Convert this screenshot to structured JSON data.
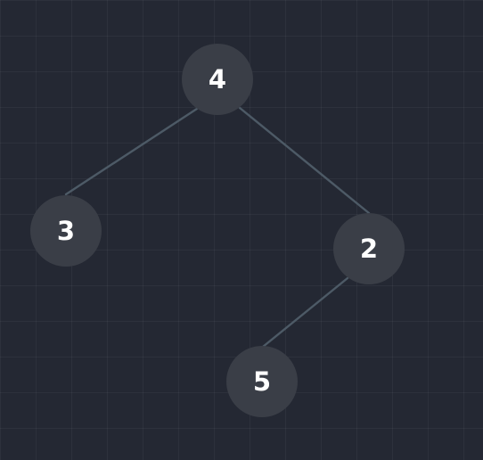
{
  "tree": {
    "nodes": [
      {
        "id": "n4",
        "label": "4"
      },
      {
        "id": "n3",
        "label": "3"
      },
      {
        "id": "n2",
        "label": "2"
      },
      {
        "id": "n5",
        "label": "5"
      }
    ],
    "edges": [
      {
        "from": "n4",
        "to": "n3"
      },
      {
        "from": "n4",
        "to": "n2"
      },
      {
        "from": "n2",
        "to": "n5"
      }
    ]
  },
  "colors": {
    "background": "#242833",
    "node_fill": "#3a3e47",
    "node_text": "#ffffff",
    "edge": "#4d5a66"
  }
}
